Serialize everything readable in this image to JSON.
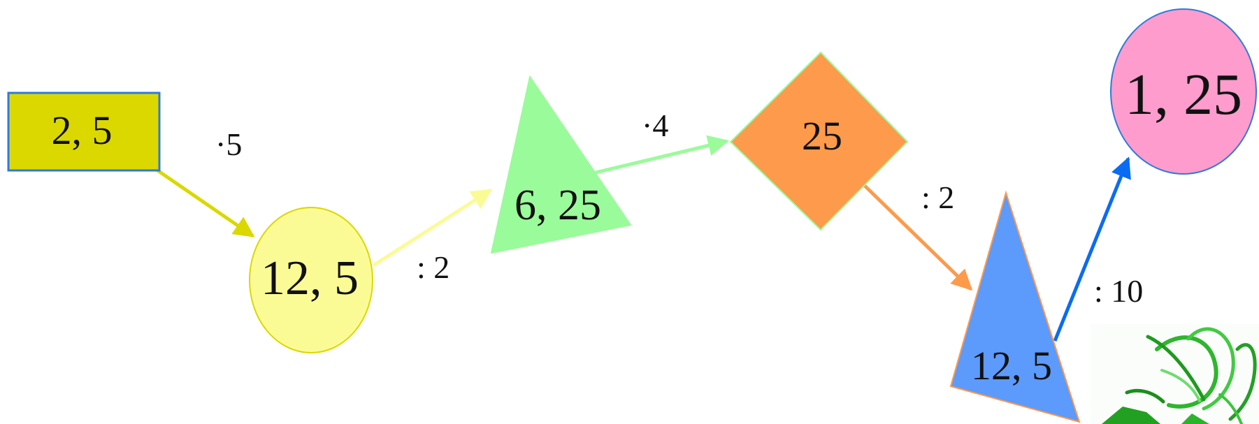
{
  "colors": {
    "yellow_box": "#dbd800",
    "yellow_box_border": "#2f7ad9",
    "light_yellow": "#fbfb96",
    "green": "#9afb9a",
    "orange": "#fd9a4b",
    "blue": "#5c9afb",
    "blue_arrow": "#0a6cf2",
    "pink": "#fd9ccd",
    "arrow_yellow": "#dbd800",
    "arrow_light_yellow": "#fbfb96",
    "arrow_green": "#9afb9a",
    "arrow_orange": "#fd9a4b"
  },
  "nodes": [
    {
      "id": "n1",
      "shape": "rectangle",
      "label": "2, 5"
    },
    {
      "id": "n2",
      "shape": "ellipse",
      "label": "12, 5"
    },
    {
      "id": "n3",
      "shape": "triangle",
      "label": "6, 25"
    },
    {
      "id": "n4",
      "shape": "diamond",
      "label": "25"
    },
    {
      "id": "n5",
      "shape": "triangle",
      "label": "12, 5"
    },
    {
      "id": "n6",
      "shape": "ellipse",
      "label": "1, 25"
    }
  ],
  "edges": [
    {
      "from": "n1",
      "to": "n2",
      "label": "·5"
    },
    {
      "from": "n2",
      "to": "n3",
      "label": ": 2"
    },
    {
      "from": "n3",
      "to": "n4",
      "label": "·4"
    },
    {
      "from": "n4",
      "to": "n5",
      "label": ": 2"
    },
    {
      "from": "n5",
      "to": "n6",
      "label": ": 10"
    }
  ],
  "decoration": {
    "icon": "green-sketch-figure"
  }
}
